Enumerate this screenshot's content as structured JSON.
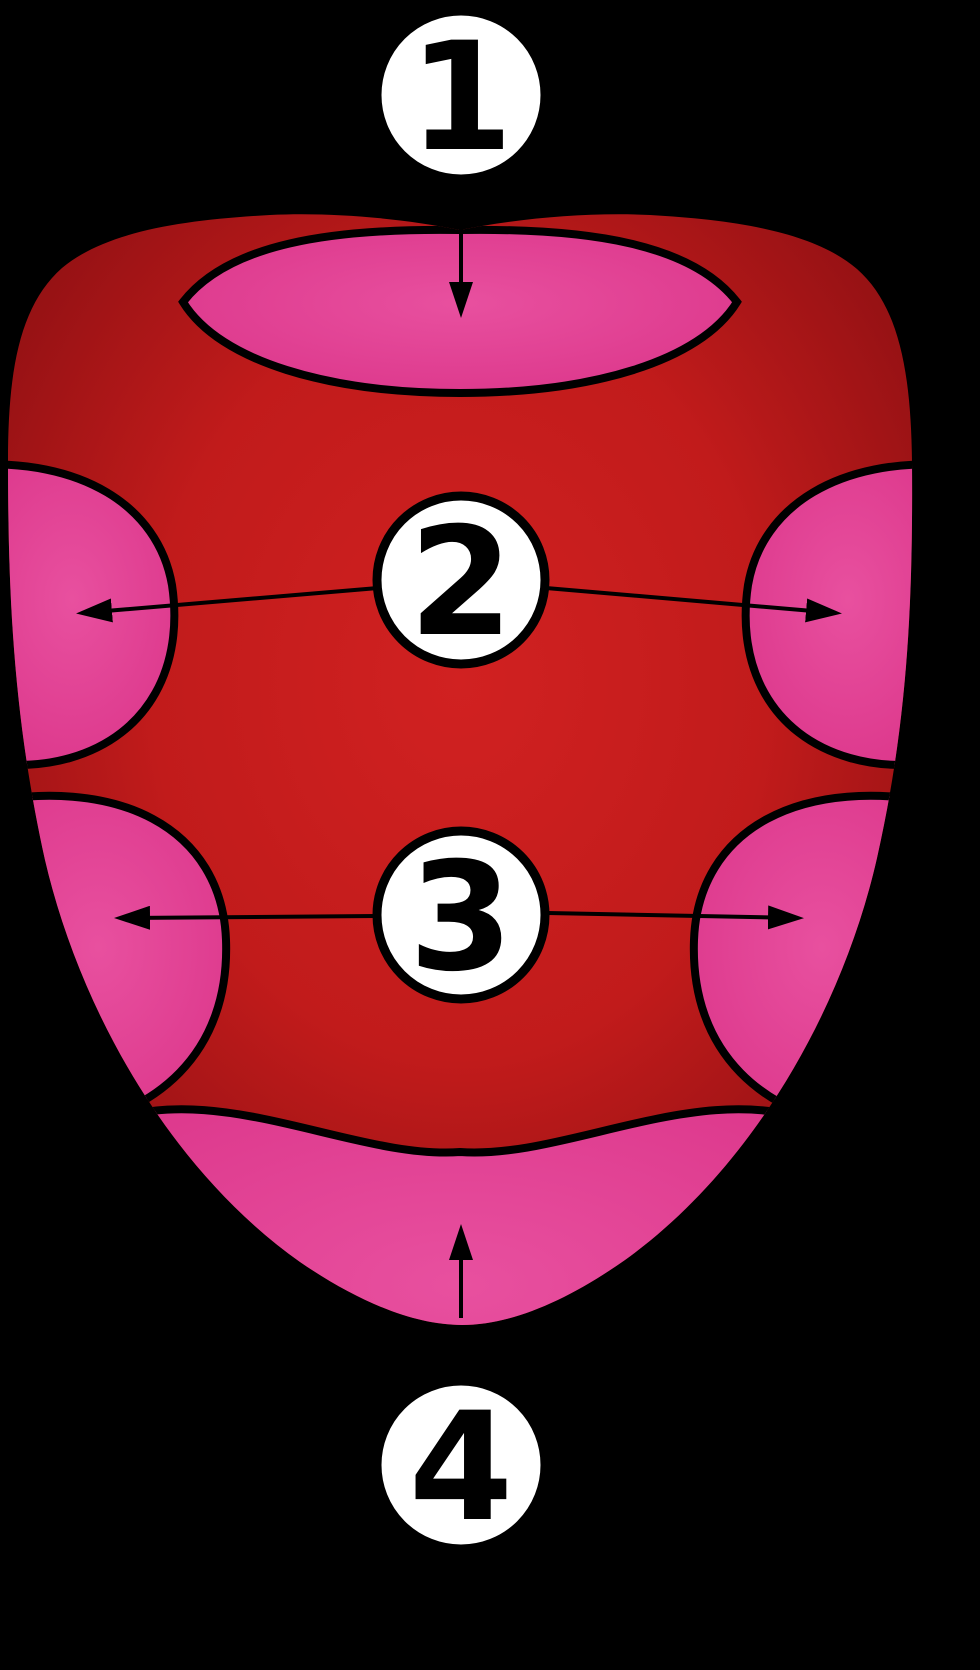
{
  "labels": [
    "1",
    "2",
    "3",
    "4"
  ],
  "colors": {
    "background": "#000000",
    "tongue_light": "#d12121",
    "tongue_mid": "#c11b1b",
    "tongue_dark": "#8f1013",
    "region_light": "#e8509f",
    "region_dark": "#d82e84",
    "outline": "#000000",
    "circle_fill": "#ffffff"
  }
}
